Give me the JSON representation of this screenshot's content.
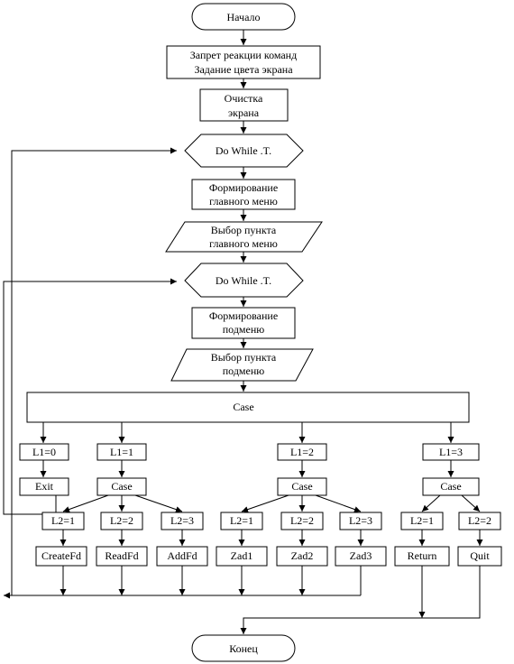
{
  "start": "Начало",
  "end": "Конец",
  "init_lines": [
    "Запрет реакции команд",
    "Задание цвета экрана"
  ],
  "clear_lines": [
    "Очистка",
    "экрана"
  ],
  "outer_loop": "Do While .T.",
  "main_menu_lines": [
    "Формирование",
    "главного меню"
  ],
  "main_choice_lines": [
    "Выбор пункта",
    "главного меню"
  ],
  "inner_loop": "Do While .T.",
  "submenu_lines": [
    "Формирование",
    "подменю"
  ],
  "sub_choice_lines": [
    "Выбор пункта",
    "подменю"
  ],
  "case_main": "Case",
  "branches": {
    "l1_0": {
      "cond": "L1=0",
      "action": "Exit"
    },
    "l1_1": {
      "cond": "L1=1",
      "case": "Case",
      "items": [
        {
          "cond": "L2=1",
          "action": "CreateFd"
        },
        {
          "cond": "L2=2",
          "action": "ReadFd"
        },
        {
          "cond": "L2=3",
          "action": "AddFd"
        }
      ]
    },
    "l1_2": {
      "cond": "L1=2",
      "case": "Case",
      "items": [
        {
          "cond": "L2=1",
          "action": "Zad1"
        },
        {
          "cond": "L2=2",
          "action": "Zad2"
        },
        {
          "cond": "L2=3",
          "action": "Zad3"
        }
      ]
    },
    "l1_3": {
      "cond": "L1=3",
      "case": "Case",
      "items": [
        {
          "cond": "L2=1",
          "action": "Return"
        },
        {
          "cond": "L2=2",
          "action": "Quit"
        }
      ]
    }
  }
}
